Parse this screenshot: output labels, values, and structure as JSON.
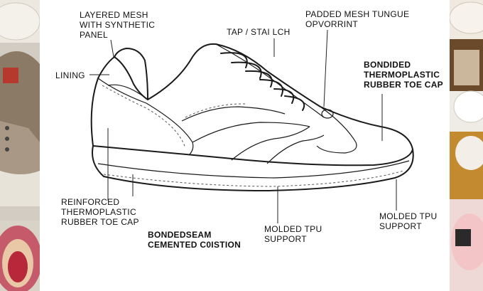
{
  "labels": {
    "layered_mesh": "LAYERED MESH\nWITH SYNTHETIC\nPANEL",
    "lining": "LINING",
    "tap_stitch": "TAP / STAI LCH",
    "padded_mesh": "PADDED MESH TUNGUE\nOPVORRINT",
    "bonded_thermo": "BONDIDED\nTHERMOPLASTIC\nRUBBER TOE CAP",
    "reinforced": "REINFORCED\nTHERMOPLASTIC\nRUBBER TOE CAP",
    "bonded_seam": "BONDEDSEAM\nCEMENTED C0ISTION",
    "molded_tpu_center": "MOLDED TPU\nSUPPORT",
    "molded_tpu_right": "MOLDED TPU\nSUPPORT"
  },
  "photo_strips": {
    "left_colors": [
      "#e8e4dc",
      "#8a7a68",
      "#c23a2e",
      "#d8d2c8"
    ],
    "right_colors": [
      "#f2ece2",
      "#6b4a2a",
      "#e8e0d2",
      "#c8902e",
      "#f0c8c8"
    ]
  }
}
